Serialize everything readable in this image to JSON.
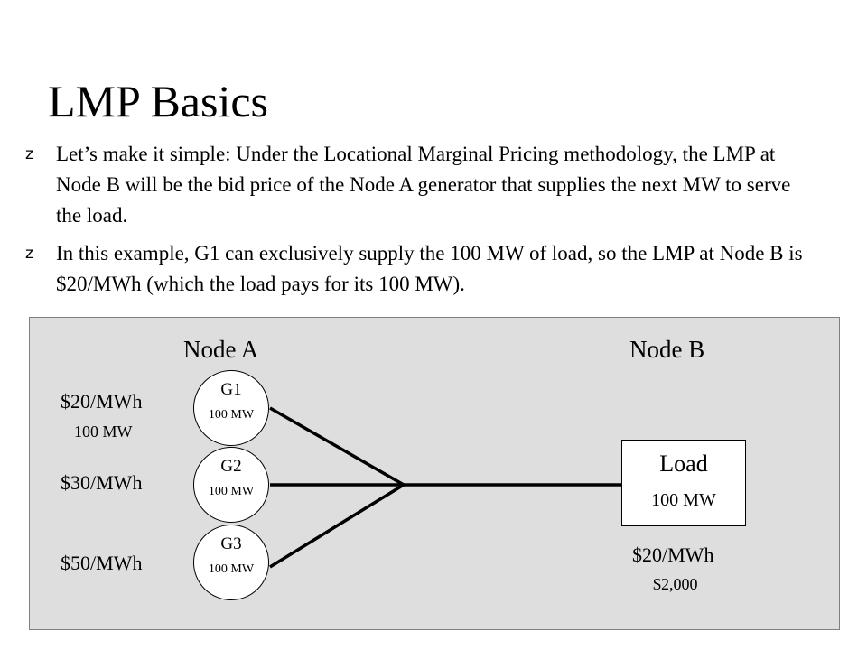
{
  "slide": {
    "title": "LMP Basics",
    "bullet_symbol": "z",
    "bullets": [
      "Let’s make it simple:  Under the Locational Marginal Pricing methodology, the LMP at Node B will be the bid price of the Node A generator that supplies the next MW to serve the load.",
      "In this example, G1 can exclusively supply the 100 MW of load, so the LMP at Node B is $20/MWh (which the load pays for its 100 MW)."
    ]
  },
  "diagram": {
    "node_a_label": "Node A",
    "node_b_label": "Node B",
    "generators": [
      {
        "name": "G1",
        "capacity": "100 MW",
        "bid_price": "$20/MWh",
        "dispatched": "100 MW"
      },
      {
        "name": "G2",
        "capacity": "100 MW",
        "bid_price": "$30/MWh"
      },
      {
        "name": "G3",
        "capacity": "100 MW",
        "bid_price": "$50/MWh"
      }
    ],
    "load": {
      "name": "Load",
      "amount": "100 MW",
      "lmp": "$20/MWh",
      "payment": "$2,000"
    },
    "colors": {
      "panel_background": "#dedede",
      "line": "#000000"
    }
  }
}
